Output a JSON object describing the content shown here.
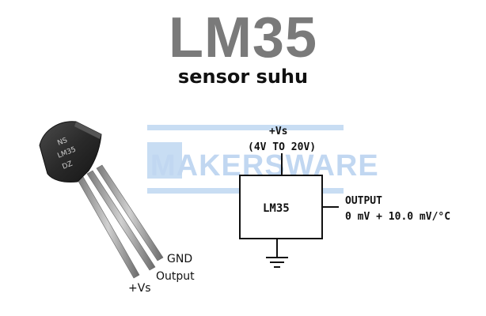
{
  "title": "LM35",
  "subtitle": "sensor suhu",
  "watermark": {
    "text": "MAKERSWARE",
    "color": "#8fb8e6"
  },
  "package": {
    "marking_lines": [
      "NS",
      "LM35",
      "DZ"
    ],
    "pins": {
      "gnd": "GND",
      "output": "Output",
      "vs": "+Vs"
    }
  },
  "schematic": {
    "chip_label": "LM35",
    "supply_label": "+Vs",
    "supply_range": "(4V TO 20V)",
    "output_label": "OUTPUT",
    "output_formula": "0 mV + 10.0 mV/°C"
  },
  "colors": {
    "title": "#7a7a7a",
    "body": "#2b2b2b",
    "legs": "#9a9a9a",
    "line": "#111111"
  }
}
